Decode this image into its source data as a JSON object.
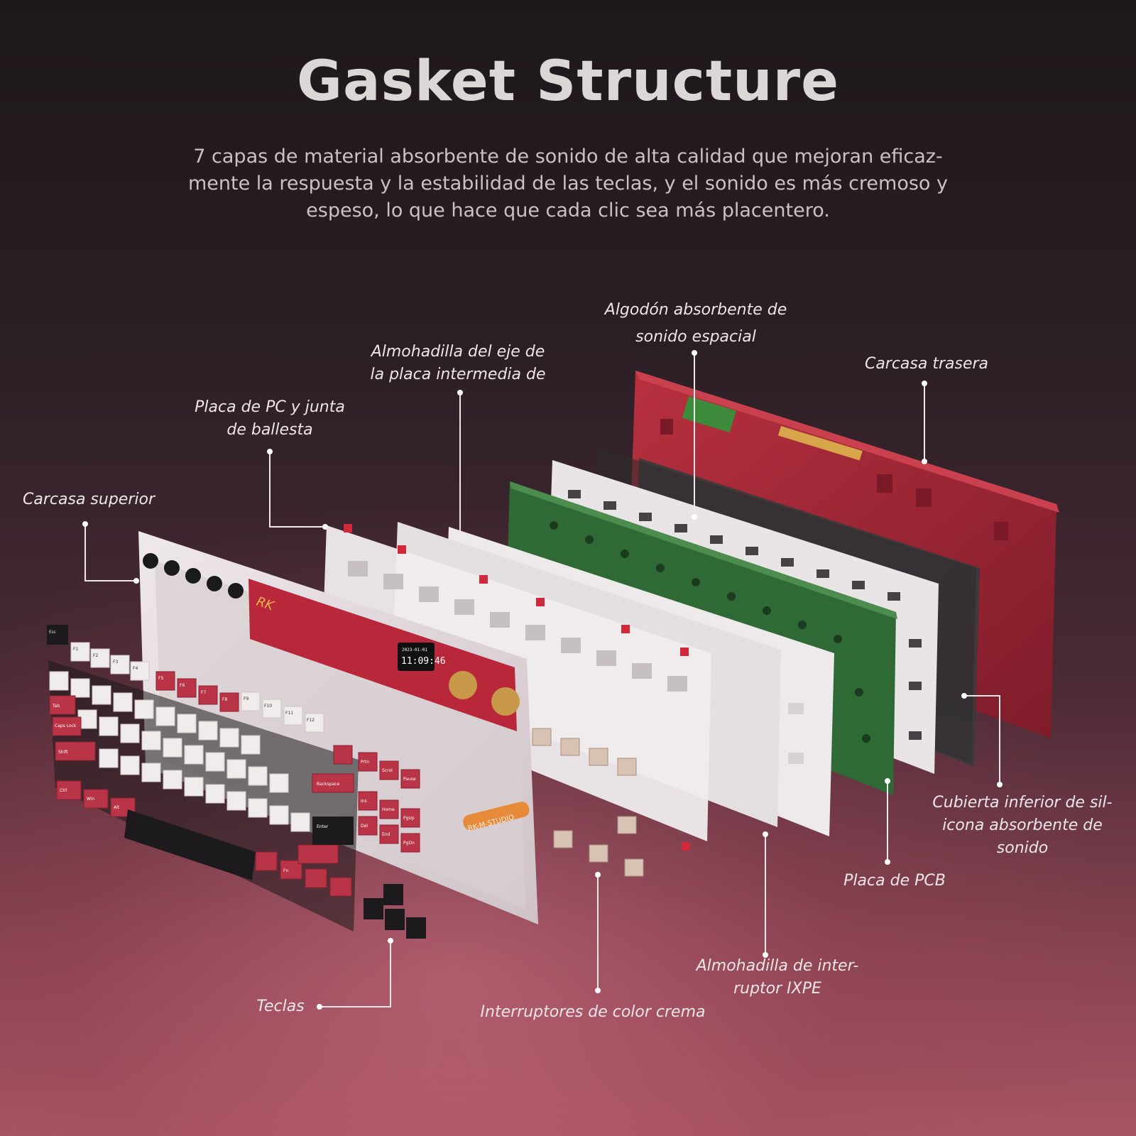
{
  "header": {
    "title": "Gasket Structure",
    "description_lines": [
      "7 capas de material absorbente de sonido de alta calidad que mejoran eficaz-",
      "mente la respuesta y la estabilidad de las teclas, y el sonido es más cremoso y",
      "espeso, lo que hace que cada clic sea más placentero."
    ]
  },
  "labels": {
    "algodon": [
      "Algodón absorbente de",
      "sonido espacial"
    ],
    "almohadilla_eje": [
      "Almohadilla del eje de",
      "la placa intermedia de"
    ],
    "carcasa_trasera": [
      "Carcasa trasera"
    ],
    "placa_pc": [
      "Placa de PC y junta",
      "de ballesta"
    ],
    "carcasa_superior": [
      "Carcasa superior"
    ],
    "cubierta_inferior": [
      "Cubierta inferior de sil-",
      "icona absorbente de",
      "sonido"
    ],
    "placa_pcb": [
      "Placa de PCB"
    ],
    "almohadilla_ixpe": [
      "Almohadilla de inter-",
      "ruptor IXPE"
    ],
    "teclas": [
      "Teclas"
    ],
    "interruptores": [
      "Interruptores de color crema"
    ]
  },
  "keyboard": {
    "brand_mark": "RK",
    "clock_date": "2023-01-01",
    "clock_time": "11:09:46",
    "studio_badge": "RK-M-STUDIO",
    "key_legends": [
      "Esc",
      "F1",
      "F2",
      "F3",
      "F4",
      "F5",
      "F6",
      "F7",
      "F8",
      "F9",
      "F10",
      "F11",
      "F12",
      "Tab",
      "Caps Lock",
      "Shift",
      "Ctrl",
      "Win",
      "Alt",
      "Backspace",
      "Enter",
      "Fn",
      "Prtn",
      "Scrol",
      "Pause",
      "Ins",
      "Home",
      "PgUp",
      "Del",
      "End",
      "PgDn"
    ]
  },
  "colors": {
    "shell_red": "#a8283a",
    "pcb_green": "#2f6a36",
    "plate_white": "#e8e2e4",
    "foam_gray": "#3c3a3c",
    "keycap_red": "#b83446",
    "keycap_white": "#f1ecec",
    "keycap_black": "#1c1a1c"
  }
}
